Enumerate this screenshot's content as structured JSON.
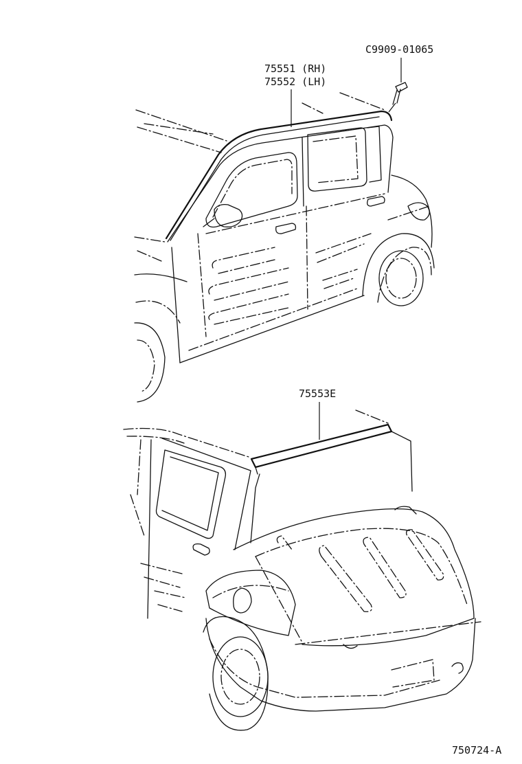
{
  "callouts": {
    "clip": "C9909-01065",
    "front_molding_rh": "75551 (RH)",
    "front_molding_lh": "75552 (LH)",
    "rear_molding": "75553E"
  },
  "footer": {
    "figure_code": "750724-A"
  }
}
